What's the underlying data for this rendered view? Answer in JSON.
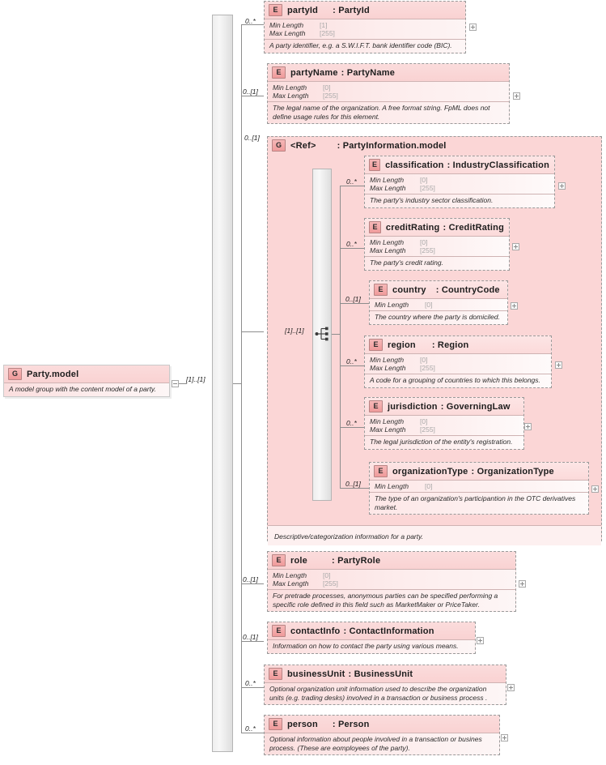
{
  "diagram": {
    "kind": "xml-schema-tree",
    "root": {
      "badge": "G",
      "name": "Party.model",
      "type": "",
      "doc": "A model group with the content model of a party.",
      "cardinality": "[1]..[1]"
    },
    "compositor": "sequence",
    "children": [
      {
        "badge": "E",
        "name": "partyId",
        "type": ": PartyId",
        "cardinality": "0..*",
        "facets": [
          {
            "key": "Min Length",
            "value": "[1]"
          },
          {
            "key": "Max Length",
            "value": "[255]"
          }
        ],
        "doc": "A party identifier, e.g. a S.W.I.F.T. bank identifier code (BIC).",
        "expand": "+"
      },
      {
        "badge": "E",
        "name": "partyName",
        "type": ": PartyName",
        "cardinality": "0..[1]",
        "facets": [
          {
            "key": "Min Length",
            "value": "[0]"
          },
          {
            "key": "Max Length",
            "value": "[255]"
          }
        ],
        "doc": "The legal name of the organization. A free format string. FpML does not define usage rules for this element.",
        "expand": "+"
      },
      {
        "badge": "G",
        "name": "<Ref>",
        "type": ": PartyInformation.model",
        "cardinality": "0..[1]",
        "inner_cardinality": "[1]..[1]",
        "doc": "Descriptive/categorization information for a party.",
        "compositor": "sequence",
        "children": [
          {
            "badge": "E",
            "name": "classification",
            "type": ": IndustryClassification",
            "cardinality": "0..*",
            "facets": [
              {
                "key": "Min Length",
                "value": "[0]"
              },
              {
                "key": "Max Length",
                "value": "[255]"
              }
            ],
            "doc": "The party's industry sector classification.",
            "expand": "+"
          },
          {
            "badge": "E",
            "name": "creditRating",
            "type": ": CreditRating",
            "cardinality": "0..*",
            "facets": [
              {
                "key": "Min Length",
                "value": "[0]"
              },
              {
                "key": "Max Length",
                "value": "[255]"
              }
            ],
            "doc": "The party's credit rating.",
            "expand": "+"
          },
          {
            "badge": "E",
            "name": "country",
            "type": ": CountryCode",
            "cardinality": "0..[1]",
            "facets": [
              {
                "key": "Min Length",
                "value": "[0]"
              }
            ],
            "doc": "The country where the party is domiciled.",
            "expand": "+"
          },
          {
            "badge": "E",
            "name": "region",
            "type": ": Region",
            "cardinality": "0..*",
            "facets": [
              {
                "key": "Min Length",
                "value": "[0]"
              },
              {
                "key": "Max Length",
                "value": "[255]"
              }
            ],
            "doc": "A code for a grouping of countries to which this belongs.",
            "expand": "+"
          },
          {
            "badge": "E",
            "name": "jurisdiction",
            "type": ": GoverningLaw",
            "cardinality": "0..*",
            "facets": [
              {
                "key": "Min Length",
                "value": "[0]"
              },
              {
                "key": "Max Length",
                "value": "[255]"
              }
            ],
            "doc": "The legal jurisdiction of the entity's registration.",
            "expand": "+"
          },
          {
            "badge": "E",
            "name": "organizationType",
            "type": ": OrganizationType",
            "cardinality": "0..[1]",
            "facets": [
              {
                "key": "Min Length",
                "value": "[0]"
              }
            ],
            "doc": "The type of an organization's participantion in the OTC derivatives market.",
            "expand": "+"
          }
        ]
      },
      {
        "badge": "E",
        "name": "role",
        "type": ": PartyRole",
        "cardinality": "0..[1]",
        "facets": [
          {
            "key": "Min Length",
            "value": "[0]"
          },
          {
            "key": "Max Length",
            "value": "[255]"
          }
        ],
        "doc": "For pretrade processes, anonymous parties can be specified performing a specific role defined in this field such as MarketMaker or PriceTaker.",
        "expand": "+"
      },
      {
        "badge": "E",
        "name": "contactInfo",
        "type": ": ContactInformation",
        "cardinality": "0..[1]",
        "facets": [],
        "doc": "Information on how to contact the party using various means.",
        "expand": "+"
      },
      {
        "badge": "E",
        "name": "businessUnit",
        "type": ": BusinessUnit",
        "cardinality": "0..*",
        "facets": [],
        "doc": "Optional organization unit information used to describe the organization units (e.g. trading desks) involved in a transaction or business process .",
        "expand": "+"
      },
      {
        "badge": "E",
        "name": "person",
        "type": ": Person",
        "cardinality": "0..*",
        "facets": [],
        "doc": "Optional information about people involved in a transaction or busines process. (These are eomployees of the party).",
        "expand": "+"
      }
    ]
  },
  "colors": {
    "element_fill": "#fbe9e9",
    "group_fill": "#fbd6d6",
    "badge_fill": "#ef9a9a",
    "border": "#9a9a9a",
    "line": "#8d8d8d",
    "bar": "#eeeeee"
  }
}
